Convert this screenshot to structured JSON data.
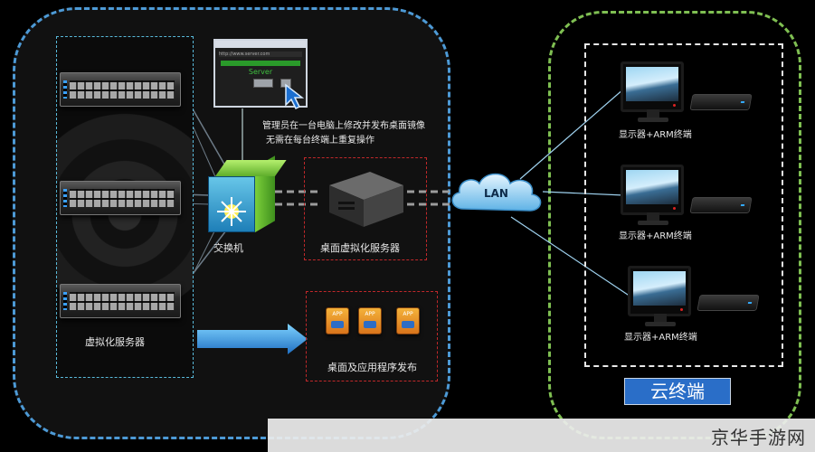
{
  "regions": {
    "cloud_terminal_title": "云终端"
  },
  "popup": {
    "url": "http://www.server.com",
    "server_label": "Server"
  },
  "labels": {
    "annotation_line1": "管理员在一台电脑上修改并发布桌面镜像",
    "annotation_line2": "无需在每台终端上重复操作",
    "switch": "交换机",
    "desktop_server": "桌面虚拟化服务器",
    "server_cluster": "虚拟化服务器",
    "desktop_apps": "桌面及应用程序发布",
    "lan": "LAN"
  },
  "apps": [
    {
      "top_label": "APP"
    },
    {
      "top_label": "APP"
    },
    {
      "top_label": "APP"
    }
  ],
  "terminals": [
    {
      "label": "显示器+ARM终端"
    },
    {
      "label": "显示器+ARM终端"
    },
    {
      "label": "显示器+ARM终端"
    }
  ],
  "watermark": "京华手游网",
  "colors": {
    "left_border": "#4d9ad6",
    "right_border": "#7fbf52",
    "red_dash": "#c0282a",
    "accent_blue": "#2a6ec8",
    "switch_green": "#7bcf3a",
    "switch_blue": "#1e7fb8"
  },
  "icons": {
    "switch": "network-switch-icon",
    "server": "server-box-icon",
    "cloud": "cloud-icon",
    "cursor": "mouse-pointer-icon",
    "app": "app-icon",
    "monitor": "monitor-icon",
    "armbox": "thin-client-icon"
  }
}
